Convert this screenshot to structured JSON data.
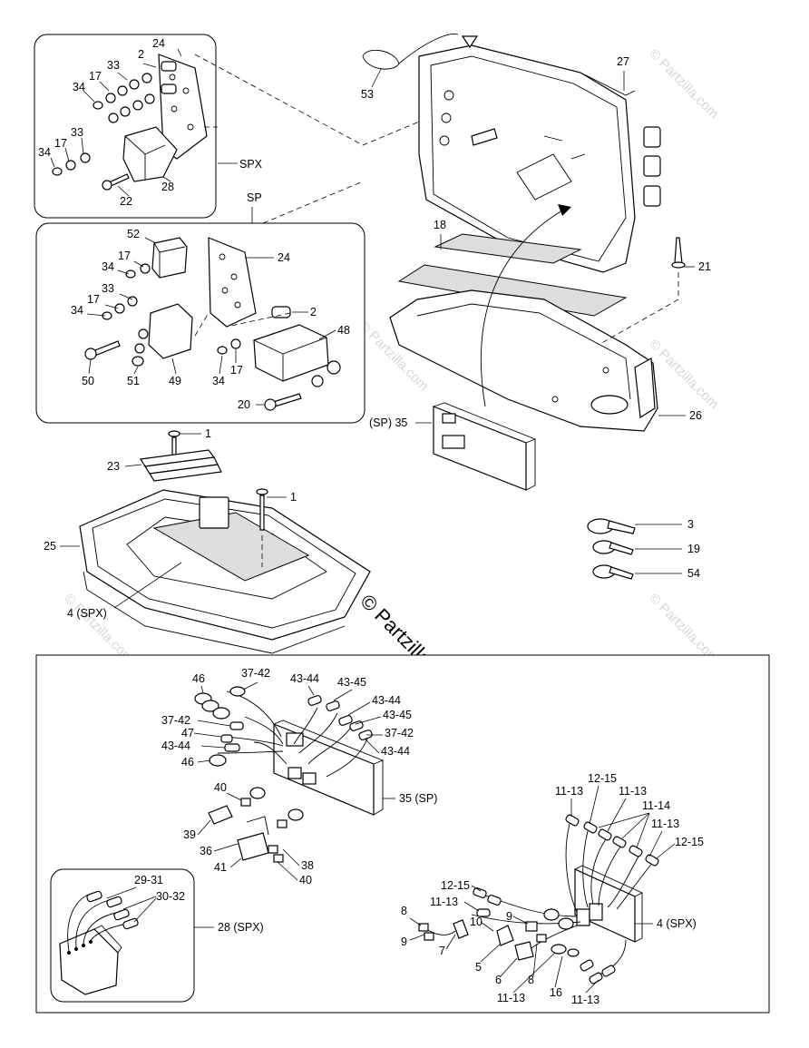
{
  "watermark": {
    "text": "© Partzilla.com",
    "copyright": "© Partzilla.com"
  },
  "panels": {
    "spx_label": "SPX",
    "sp_label": "SP"
  },
  "labels": {
    "l24a": "24",
    "l2a": "2",
    "l33a": "33",
    "l17a": "17",
    "l34a": "34",
    "l33b": "33",
    "l17b": "17",
    "l34b": "34",
    "l22": "22",
    "l28": "28",
    "l52": "52",
    "l24b": "24",
    "l17c": "17",
    "l34c": "34",
    "l33c": "33",
    "l17d": "17",
    "l34d": "34",
    "l2b": "2",
    "l48": "48",
    "l50": "50",
    "l51": "51",
    "l49": "49",
    "l34e": "34",
    "l17e": "17",
    "l20": "20",
    "l53": "53",
    "l27": "27",
    "l18": "18",
    "l21": "21",
    "l26": "26",
    "l35sp": "(SP) 35",
    "l1a": "1",
    "l23": "23",
    "l1b": "1",
    "l25": "25",
    "l4spx": "4 (SPX)",
    "l3": "3",
    "l19": "19",
    "l54": "54",
    "w46a": "46",
    "w3742a": "37-42",
    "w4344a": "43-44",
    "w4345a": "43-45",
    "w4344b": "43-44",
    "w3742b": "37-42",
    "w4345b": "43-45",
    "w47": "47",
    "w4344c": "43-44",
    "w3742c": "37-42",
    "w4344d": "43-44",
    "w46b": "46",
    "w35sp": "35 (SP)",
    "w40a": "40",
    "w39": "39",
    "w36": "36",
    "w41": "41",
    "w38": "38",
    "w40b": "40",
    "s2931": "29-31",
    "s3032": "30-32",
    "s28spx": "28 (SPX)",
    "r1113a": "11-13",
    "r1215a": "12-15",
    "r1113b": "11-13",
    "r1114": "11-14",
    "r1113c": "11-13",
    "r1215b": "12-15",
    "r1215c": "12-15",
    "r1113d": "11-13",
    "r8a": "8",
    "r9a": "9",
    "r9b": "9",
    "r10": "10",
    "r7": "7",
    "r5": "5",
    "r6": "6",
    "r8b": "8",
    "r1113e": "11-13",
    "r16": "16",
    "r1113f": "11-13",
    "r4spx": "4 (SPX)"
  }
}
